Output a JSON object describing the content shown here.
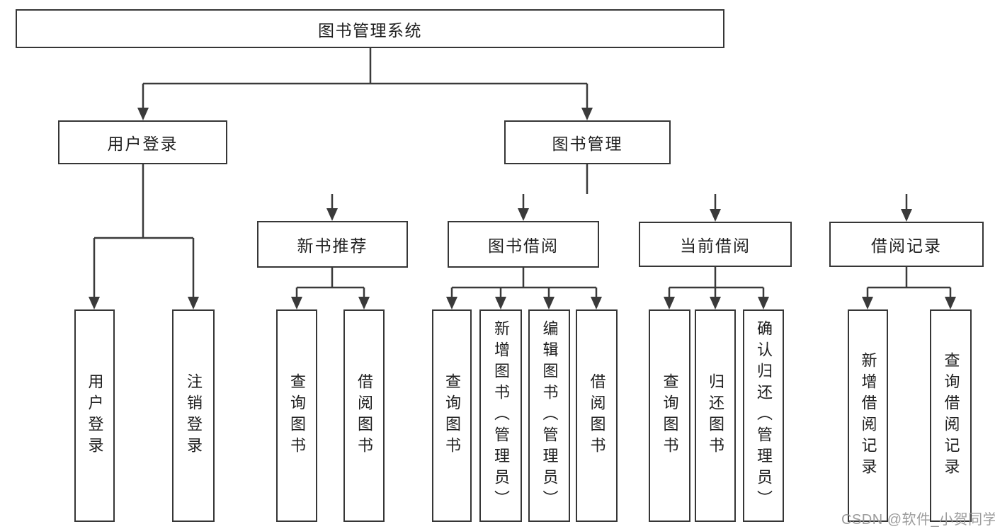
{
  "tree": {
    "label": "图书管理系统",
    "children": [
      {
        "label": "用户登录",
        "children": [
          {
            "label": "用户登录"
          },
          {
            "label": "注销登录"
          }
        ]
      },
      {
        "label": "图书管理",
        "children": [
          {
            "label": "新书推荐",
            "children": [
              {
                "label": "查询图书"
              },
              {
                "label": "借阅图书"
              }
            ]
          },
          {
            "label": "图书借阅",
            "children": [
              {
                "label": "查询图书"
              },
              {
                "label": "新增图书（管理员）"
              },
              {
                "label": "编辑图书（管理员）"
              },
              {
                "label": "借阅图书"
              }
            ]
          },
          {
            "label": "当前借阅",
            "children": [
              {
                "label": "查询图书"
              },
              {
                "label": "归还图书"
              },
              {
                "label": "确认归还（管理员）"
              }
            ]
          },
          {
            "label": "借阅记录",
            "children": [
              {
                "label": "新增借阅记录"
              },
              {
                "label": "查询借阅记录"
              }
            ]
          }
        ]
      }
    ]
  },
  "watermark": {
    "text": "CSDN @软件_小贺同学"
  },
  "colors": {
    "background": "#ffffff",
    "line": "#3a3a3a",
    "box_border": "#363636",
    "text": "#1f1f1f",
    "watermark": "#949494"
  }
}
